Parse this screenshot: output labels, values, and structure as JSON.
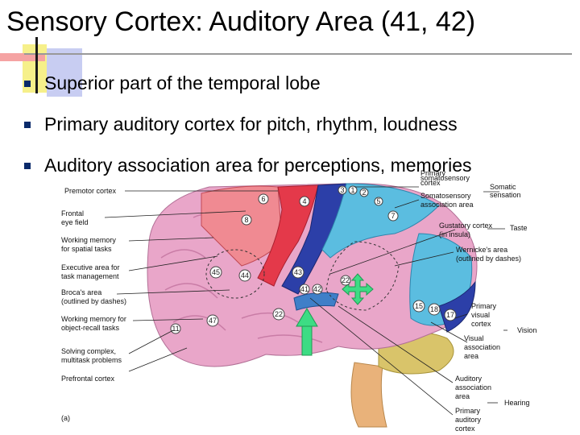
{
  "title": "Sensory Cortex: Auditory Area (41, 42)",
  "bullets": [
    "Superior part of the temporal lobe",
    "Primary auditory cortex for pitch, rhythm, loudness",
    "Auditory association area for perceptions, memories"
  ],
  "figure": {
    "left_labels": {
      "premotor": "Premotor cortex",
      "frontal_eye_1": "Frontal",
      "frontal_eye_2": "eye field",
      "wm_spatial_1": "Working memory",
      "wm_spatial_2": "for spatial tasks",
      "exec_1": "Executive area for",
      "exec_2": "task management",
      "broca_1": "Broca's area",
      "broca_2": "(outlined by dashes)",
      "wm_object_1": "Working memory for",
      "wm_object_2": "object-recall tasks",
      "solving_1": "Solving complex,",
      "solving_2": "multitask problems",
      "prefrontal": "Prefrontal cortex"
    },
    "right_labels": {
      "primary_somato_1": "Primary",
      "primary_somato_2": "somatosensory",
      "primary_somato_3": "cortex",
      "somatic_1": "Somatic",
      "somatic_2": "sensation",
      "somato_assoc_1": "Somatosensory",
      "somato_assoc_2": "association area",
      "gustatory_1": "Gustatory cortex",
      "gustatory_2": "(in insula)",
      "taste": "Taste",
      "wernicke_1": "Wernicke's area",
      "wernicke_2": "(outlined by dashes)",
      "primary_visual_1": "Primary",
      "primary_visual_2": "visual",
      "primary_visual_3": "cortex",
      "vision": "Vision",
      "visual_assoc_1": "Visual",
      "visual_assoc_2": "association",
      "visual_assoc_3": "area",
      "aud_assoc_1": "Auditory",
      "aud_assoc_2": "association",
      "aud_assoc_3": "area",
      "hearing": "Hearing",
      "primary_aud_1": "Primary",
      "primary_aud_2": "auditory",
      "primary_aud_3": "cortex"
    },
    "panel_label": "(a)",
    "areas": {
      "a6": "6",
      "a4": "4",
      "a3": "3",
      "a1": "1",
      "a2": "2",
      "a5": "5",
      "a7": "7",
      "a8": "8",
      "a45": "45",
      "a44": "44",
      "a43": "43",
      "a41": "41",
      "a42": "42",
      "a22a": "22",
      "a22b": "22",
      "a47": "47",
      "a11": "11",
      "a15": "15",
      "a18": "18",
      "a17": "17"
    }
  },
  "colors": {
    "bullet": "#0a2a6a",
    "arrow_green": "#3ddc84",
    "brain_pink": "#e9a6c9",
    "motor_red": "#e4394a",
    "somato_blue": "#2c3fa8",
    "assoc_cyan": "#5bbde0"
  }
}
